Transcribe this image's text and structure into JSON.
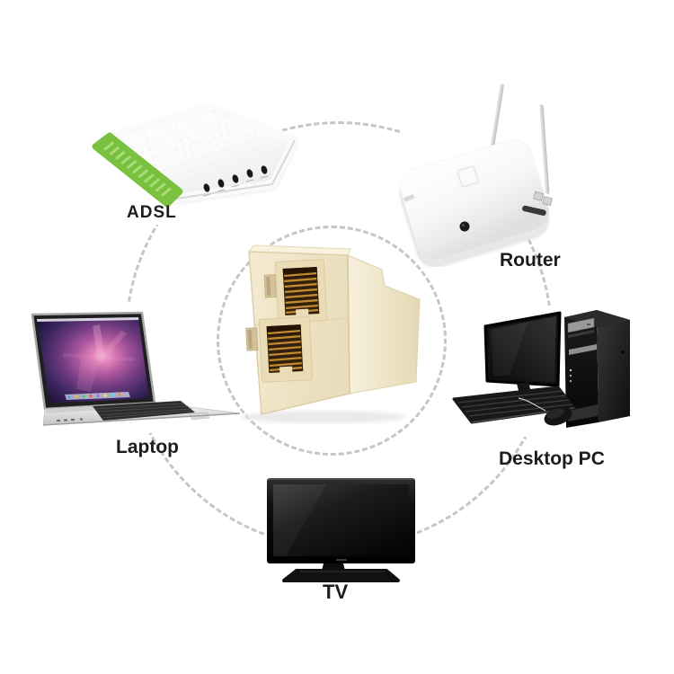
{
  "scene": {
    "type": "product-connectivity-diagram",
    "background": "#ffffff",
    "center_product": "rj45-2-way-splitter-adapter"
  },
  "connections": {
    "style": "dashed",
    "color": "#c6c6c6"
  },
  "labels": {
    "adsl": "ADSL",
    "router": "Router",
    "laptop": "Laptop",
    "desktop_pc": "Desktop PC",
    "tv": "TV"
  },
  "colors": {
    "modem_green": "#7CC342",
    "adapter_body": "#F0E6C9",
    "adapter_port_dark": "#32200D",
    "adapter_pin_gold": "#C08A30",
    "dash_gray": "#c6c6c6",
    "label_text": "#1c1c1c"
  }
}
